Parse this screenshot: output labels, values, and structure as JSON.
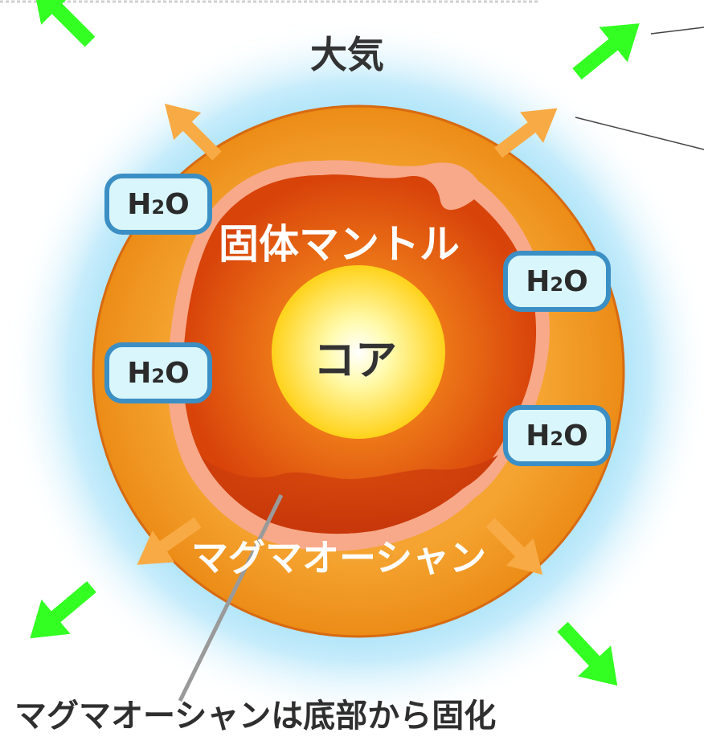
{
  "labels": {
    "atmosphere": "大気",
    "solid_mantle": "固体マントル",
    "core": "コア",
    "magma_ocean": "マグマオーシャン",
    "caption": "マグマオーシャンは底部から固化"
  },
  "h2o": {
    "main": "H",
    "sub": "2",
    "tail": "O"
  },
  "colors": {
    "atmosphere": "#bde9fb",
    "outer_shell": "#f19a22",
    "inner_layer": "#e04f0c",
    "magma_rim": "#f6a07a",
    "core": "#fff27a",
    "green_arrow": "#33ff22",
    "orange_arrow": "#f8aa44",
    "h2o_border": "#3b8fc4",
    "h2o_fill": "#d9f6fc"
  }
}
